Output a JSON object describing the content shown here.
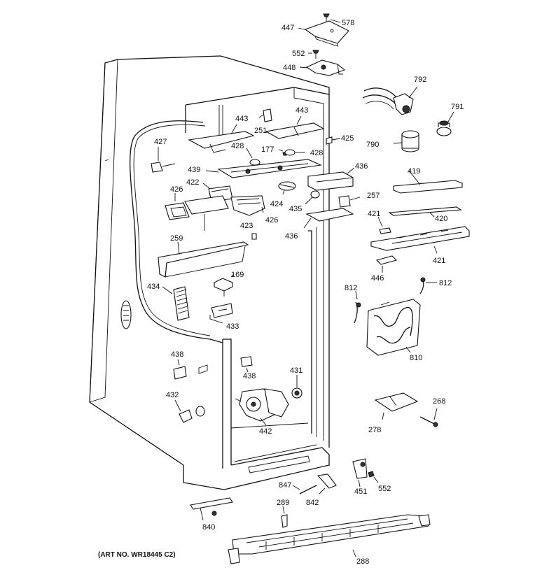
{
  "art_number": "(ART NO. WR18445 C2)",
  "labels": {
    "p578": "578",
    "p447": "447",
    "p552a": "552",
    "p448": "448",
    "p792": "792",
    "p791": "791",
    "p790": "790",
    "p443a": "443",
    "p443b": "443",
    "p251": "251",
    "p425": "425",
    "p427": "427",
    "p428a": "428",
    "p428b": "428",
    "p177": "177",
    "p439": "439",
    "p436a": "436",
    "p419": "419",
    "p422": "422",
    "p426a": "426",
    "p424": "424",
    "p257": "257",
    "p435": "435",
    "p426b": "426",
    "p421a": "421",
    "p420": "420",
    "p423": "423",
    "p436b": "436",
    "p259": "259",
    "p421b": "421",
    "p169": "169",
    "p446": "446",
    "p434": "434",
    "p812a": "812",
    "p812b": "812",
    "p433": "433",
    "p810": "810",
    "p438a": "438",
    "p438b": "438",
    "p431": "431",
    "p432": "432",
    "p268": "268",
    "p442": "442",
    "p278": "278",
    "p847": "847",
    "p842": "842",
    "p451": "451",
    "p552b": "552",
    "p289": "289",
    "p840": "840",
    "p288": "288"
  }
}
